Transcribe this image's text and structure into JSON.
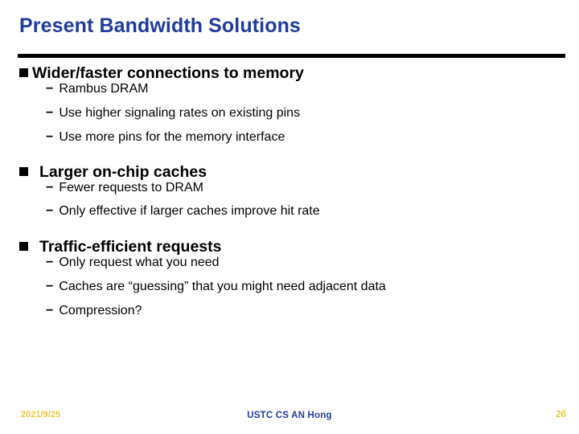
{
  "slide": {
    "title": "Present Bandwidth Solutions",
    "bullet_marker": "filled-square",
    "sub_marker": "−",
    "colors": {
      "title": "#1F3C9B",
      "rule": "#000000",
      "body_text": "#000000",
      "footer_date": "#E8C73B",
      "footer_center": "#1F3C9B",
      "footer_page": "#E8C73B",
      "background": "#FFFFFF"
    },
    "groups": [
      {
        "heading": "Wider/faster connections to memory",
        "items": [
          "Rambus DRAM",
          "Use higher signaling rates on existing pins",
          "Use more pins for the memory interface"
        ]
      },
      {
        "heading": "Larger on-chip caches",
        "items": [
          "Fewer requests to DRAM",
          "Only effective if larger caches improve hit rate"
        ]
      },
      {
        "heading": "Traffic-efficient requests",
        "items": [
          "Only request what you need",
          "Caches are “guessing” that you might need adjacent data",
          "Compression?"
        ]
      }
    ]
  },
  "footer": {
    "date": "2021/9/25",
    "center": "USTC CS AN Hong",
    "page": "26"
  }
}
